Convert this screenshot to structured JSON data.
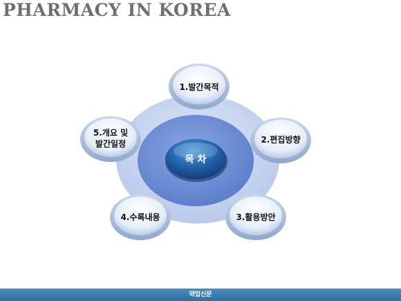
{
  "header": {
    "title": "PHARMACY IN KOREA"
  },
  "diagram": {
    "center": "목 차",
    "items": [
      {
        "lines": [
          "1.발간목적"
        ]
      },
      {
        "lines": [
          "2.편집방향"
        ]
      },
      {
        "lines": [
          "3.활용방안"
        ]
      },
      {
        "lines": [
          "4.수록내용"
        ]
      },
      {
        "lines": [
          "5.개요 및",
          "발간일정"
        ]
      }
    ]
  },
  "footer": {
    "text": "약업신문"
  },
  "colors": {
    "outer_ring": "#c4d2ee",
    "inner_disk": "#6f8ed6",
    "center_button": "#1f5fa8",
    "footer_bar": "#3a7bb0"
  }
}
